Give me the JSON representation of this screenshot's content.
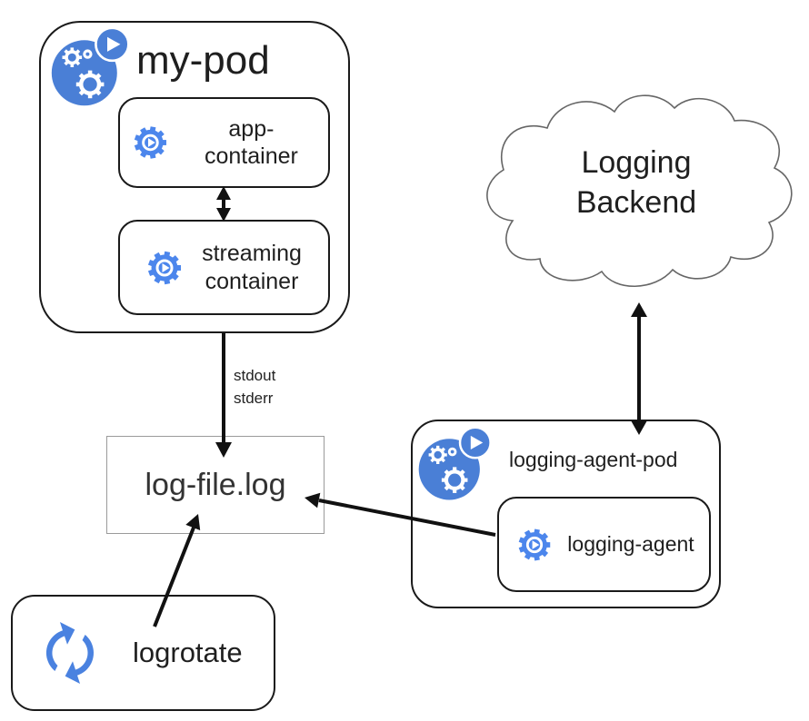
{
  "diagram": {
    "my_pod": {
      "title": "my-pod",
      "containers": [
        {
          "label": "app-container"
        },
        {
          "label": "streaming container"
        }
      ]
    },
    "stdout_label": "stdout",
    "stderr_label": "stderr",
    "log_file": {
      "label": "log-file.log"
    },
    "cloud": {
      "label": "Logging Backend"
    },
    "agent_pod": {
      "title": "logging-agent-pod",
      "container": {
        "label": "logging-agent"
      }
    },
    "logrotate": {
      "label": "logrotate"
    }
  },
  "colors": {
    "pod_blue": "#4a7fd6",
    "gear_blue": "#4c86ec",
    "logrotate_blue": "#4a82e0",
    "box_border": "#1a1a1a",
    "file_box_border": "#9a9a9a",
    "arrow_black": "#111111",
    "cloud_stroke": "#666666",
    "text": "#1f1f1f"
  }
}
